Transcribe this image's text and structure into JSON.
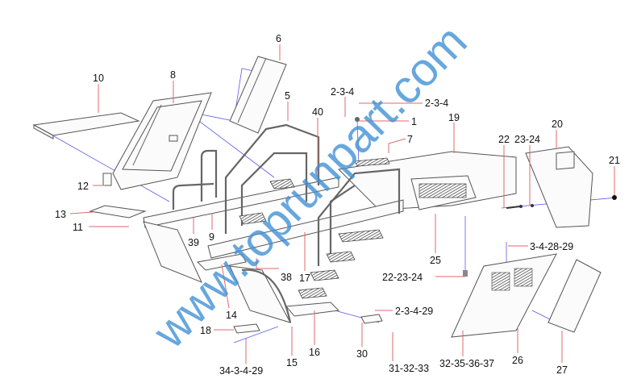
{
  "diagram": {
    "type": "exploded parts diagram",
    "watermark": "www.toprunpart.com",
    "labels": {
      "l6": "6",
      "l10": "10",
      "l8": "8",
      "l234a": "2-3-4",
      "l234b": "2-3-4",
      "l5": "5",
      "l40": "40",
      "l1": "1",
      "l7": "7",
      "l19": "19",
      "l22": "22",
      "l2324": "23-24",
      "l20": "20",
      "l21": "21",
      "l12": "12",
      "l13": "13",
      "l11": "11",
      "l39": "39",
      "l9": "9",
      "l342829": "3-4-28-29",
      "l25": "25",
      "l38": "38",
      "l222324": "22-23-24",
      "l17": "17",
      "l14": "14",
      "l18": "18",
      "l15": "15",
      "l16": "16",
      "l23429": "2-3-4-29",
      "l30": "30",
      "l313233": "31-32-33",
      "l343429": "34-3-4-29",
      "l32353637": "32-35-36-37",
      "l26": "26",
      "l27": "27"
    },
    "colors": {
      "leader": "#e06a6a",
      "assembly_line": "#5a5af0",
      "watermark": "#3d8fd6"
    }
  }
}
